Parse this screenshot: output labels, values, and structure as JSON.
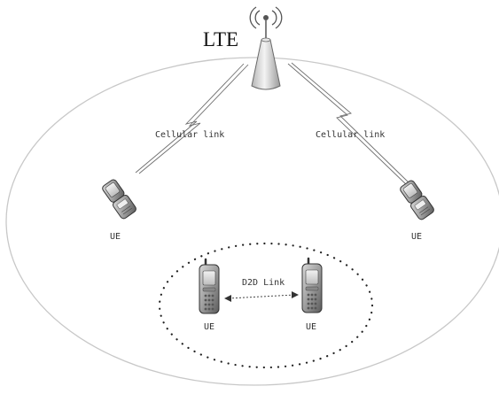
{
  "diagram": {
    "base_station_label": "LTE",
    "left_link_label": "Cellular link",
    "right_link_label": "Cellular link",
    "d2d_link_label": "D2D Link",
    "ue_left_label": "UE",
    "ue_right_label": "UE",
    "ue_d2d_left_label": "UE",
    "ue_d2d_right_label": "UE",
    "icons": [
      "antenna-tower-icon",
      "flip-phone-icon",
      "mobile-phone-icon"
    ]
  }
}
